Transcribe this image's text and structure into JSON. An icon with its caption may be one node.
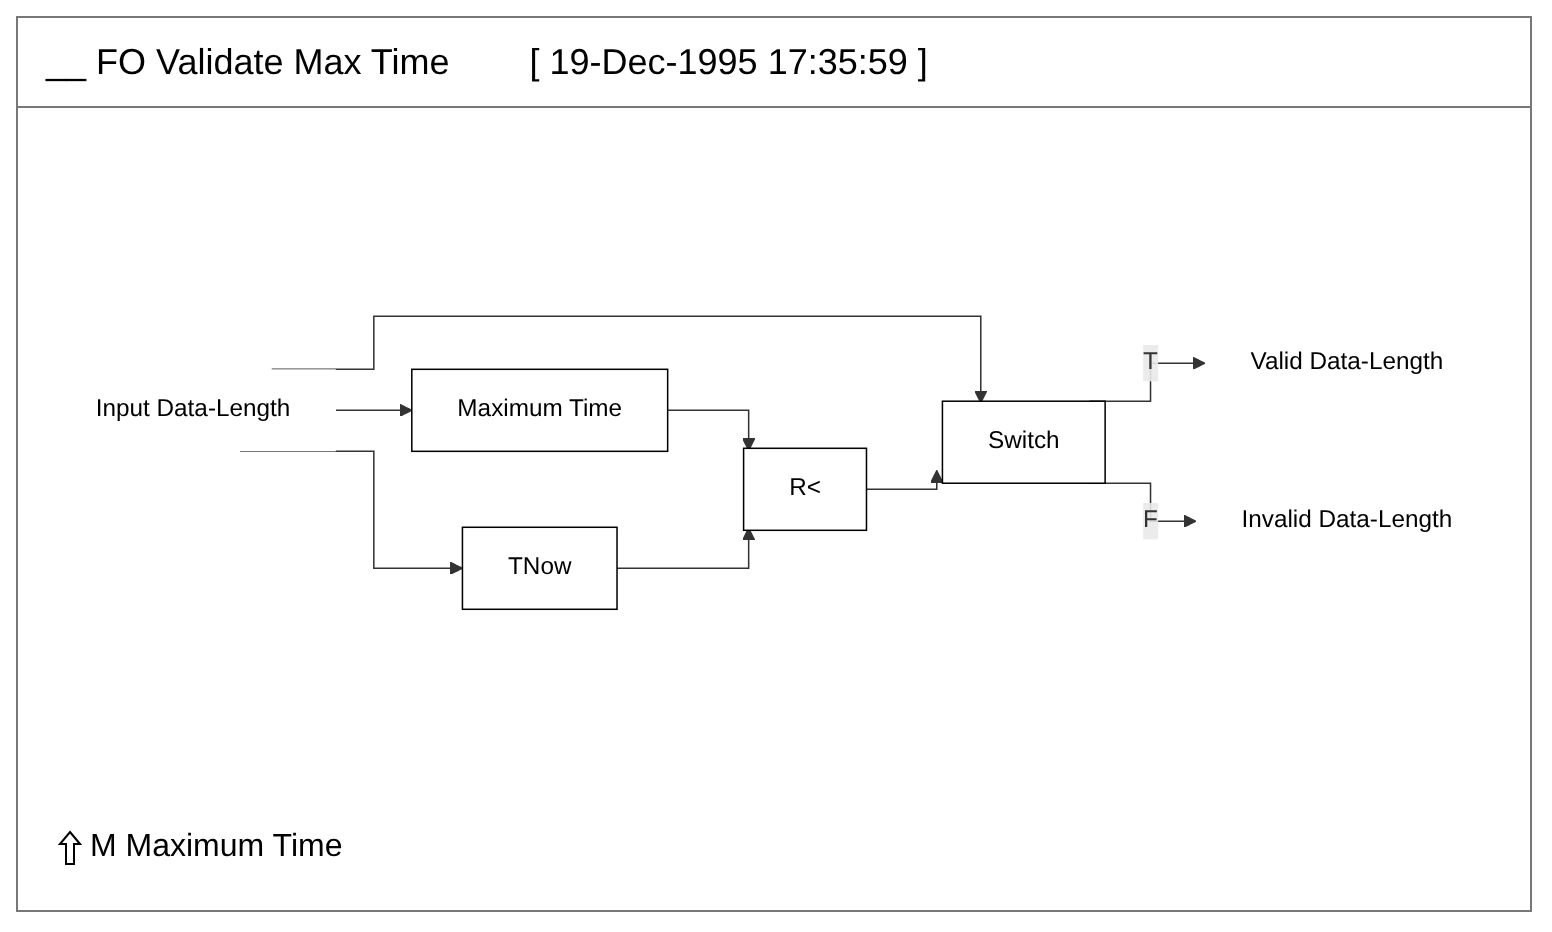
{
  "diagram": {
    "title": "__ FO Validate Max Time",
    "nodes": [
      {
        "text": [
          "Input Data-Length"
        ]
      },
      {
        "text": [
          "Switch"
        ]
      },
      {
        "text": [
          "Maximum Time"
        ]
      },
      {
        "text": [
          "R<"
        ]
      },
      {
        "text": [
          "TNow"
        ]
      },
      {
        "text": [
          "Invalid Data-Length"
        ]
      },
      {
        "text": [
          "Valid Data-Length"
        ]
      }
    ],
    "edges": [
      {
        "from": 0,
        "to": 1,
        "arrow": "to"
      },
      {
        "from": 0,
        "to": 2,
        "arrow": "to"
      },
      {
        "from": 0,
        "to": 4,
        "arrow": "to"
      },
      {
        "from": 2,
        "to": 3,
        "arrow": "to"
      },
      {
        "from": 4,
        "to": 3,
        "arrow": "to"
      },
      {
        "from": 3,
        "to": 1,
        "arrow": "to"
      },
      {
        "from": 1,
        "to": 6,
        "label": "T",
        "arrow": "to"
      },
      {
        "from": 1,
        "to": 5,
        "label": "F",
        "arrow": "to"
      }
    ],
    "labels": [
      "[ 19-Dec-1995 17:35:59 ]"
    ],
    "legend": [
      {
        "text": "M Maximum Time"
      }
    ]
  }
}
